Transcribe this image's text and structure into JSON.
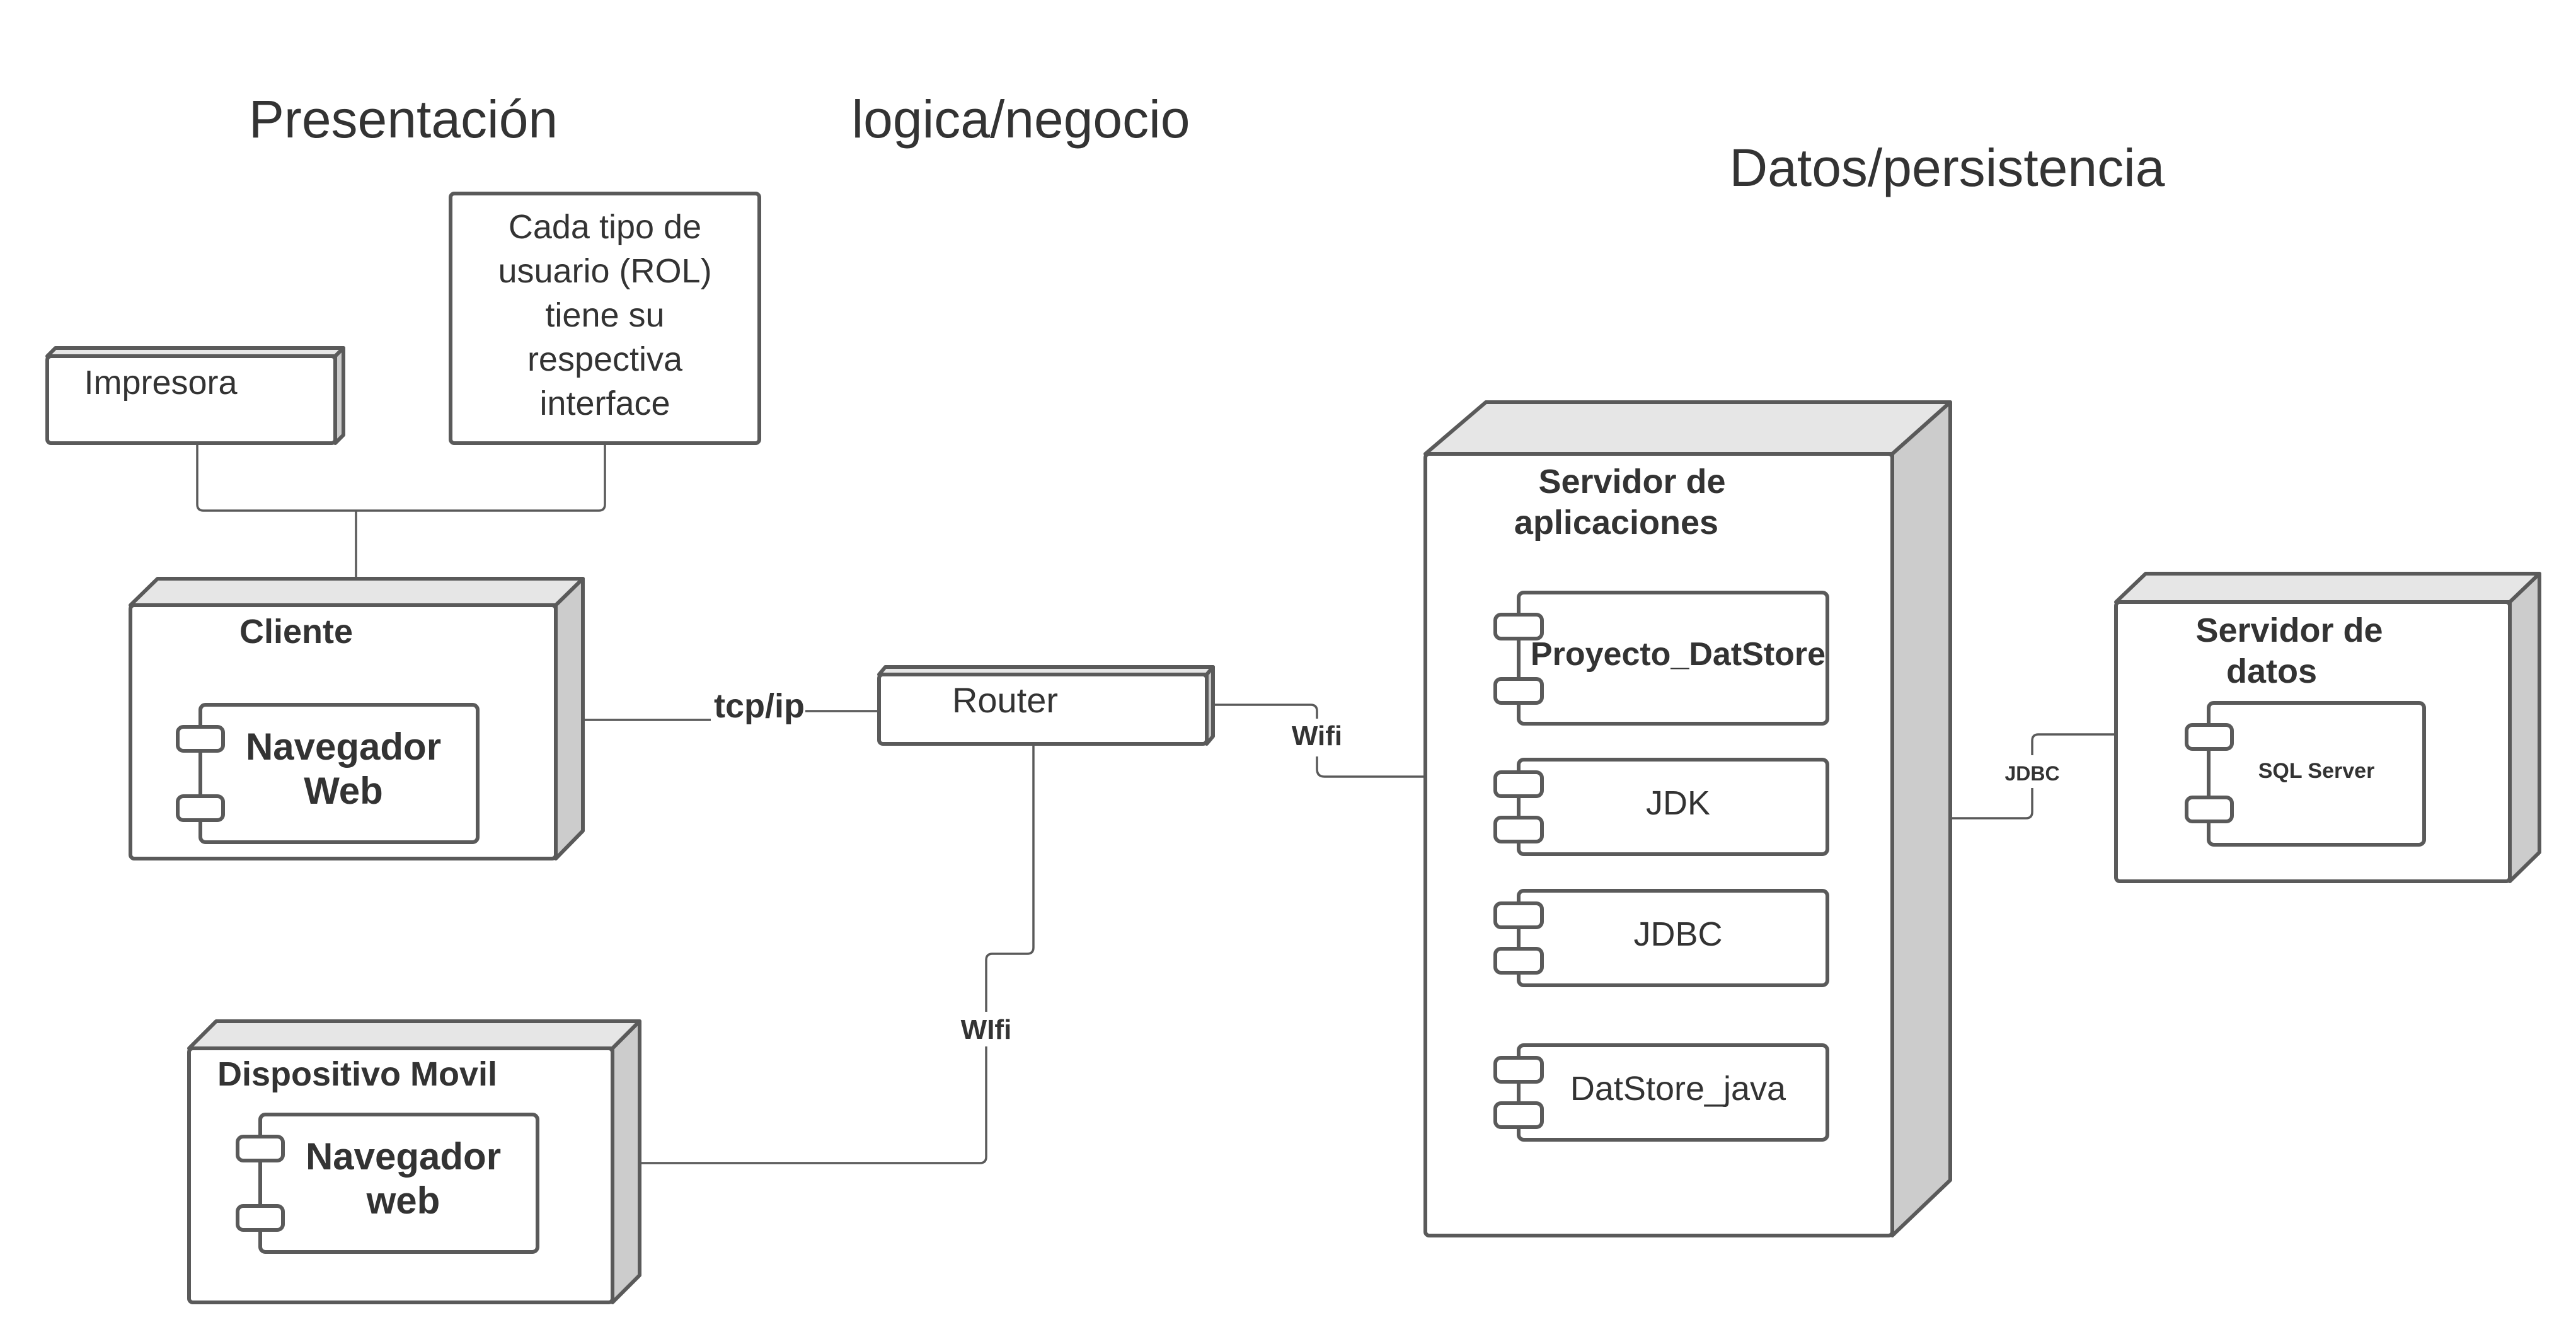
{
  "tiers": {
    "presentation": "Presentación",
    "logic": "logica/negocio",
    "data": "Datos/persistencia"
  },
  "printer": {
    "label": "Impresora"
  },
  "note": {
    "lines": [
      "Cada tipo de",
      "usuario (ROL)",
      "tiene su",
      "respectiva",
      "interface"
    ]
  },
  "cliente": {
    "title": "Cliente",
    "component": {
      "lines": [
        "Navegador",
        "Web"
      ]
    }
  },
  "movil": {
    "title": "Dispositivo Movil",
    "component": {
      "lines": [
        "Navegador",
        "web"
      ]
    }
  },
  "router": {
    "label": "Router"
  },
  "app_server": {
    "title_lines": [
      "Servidor de",
      "aplicaciones"
    ],
    "components": [
      "Proyecto_DatStore",
      "JDK",
      "JDBC",
      "DatStore_java"
    ]
  },
  "data_server": {
    "title_lines": [
      "Servidor de",
      "datos"
    ],
    "component": "SQL Server"
  },
  "links": {
    "cliente_router": "tcp/ip",
    "router_app": "Wifi",
    "router_movil": "WIfi",
    "app_data": "JDBC"
  }
}
